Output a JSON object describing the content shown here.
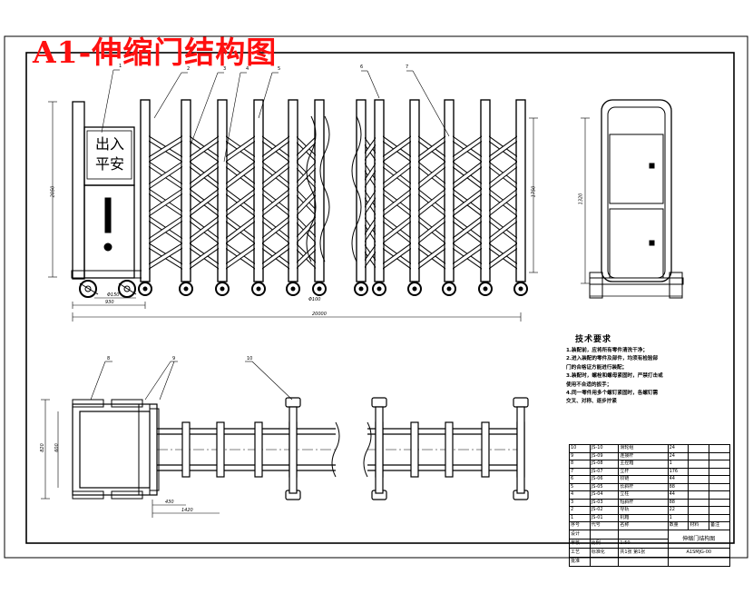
{
  "drawing_title": "A1-伸缩门结构图",
  "cabinet_sign": {
    "line1": "出入",
    "line2": "平安"
  },
  "part_callouts": [
    "1",
    "2",
    "3",
    "4",
    "5",
    "6",
    "7"
  ],
  "plan_callouts": [
    "8",
    "9",
    "10"
  ],
  "dimensions": {
    "front_height": "2050",
    "gate_height": "1750",
    "wheel_base": "Φ150",
    "base_width": "930",
    "total_length": "20000",
    "wheel_dia": "Φ100",
    "side_height": "1320",
    "plan_width": "820",
    "plan_inner": "600",
    "plan_pitch": "430",
    "plan_offset": "1420"
  },
  "technical_requirements": {
    "title": "技术要求",
    "items": [
      "1.装配前，应将所有零件清洗干净；",
      "2.进入装配的零件及部件，均须有检验部",
      "门的合格证方能进行装配；",
      "3.装配时，螺栓和螺母紧固时，严禁打击或",
      "使用不合适的扳手；",
      "4.同一零件用多个螺钉紧固时，各螺钉需",
      "交叉、对称、逐步拧紧"
    ]
  },
  "title_block": {
    "bom_rows": [
      [
        "10",
        "JS-10",
        "滑轮组",
        "24",
        "",
        ""
      ],
      [
        "9",
        "JS-09",
        "连接杆",
        "24",
        "",
        ""
      ],
      [
        "8",
        "JS-08",
        "主控箱",
        "1",
        "",
        ""
      ],
      [
        "7",
        "JS-07",
        "立杆",
        "176",
        "",
        ""
      ],
      [
        "6",
        "JS-06",
        "铰链",
        "44",
        "",
        ""
      ],
      [
        "5",
        "JS-05",
        "长斜杆",
        "88",
        "",
        ""
      ],
      [
        "4",
        "JS-04",
        "立柱",
        "44",
        "",
        ""
      ],
      [
        "3",
        "JS-03",
        "短斜杆",
        "88",
        "",
        ""
      ],
      [
        "2",
        "JS-02",
        "导轨",
        "22",
        "",
        ""
      ],
      [
        "1",
        "JS-01",
        "机箱",
        "1",
        "",
        ""
      ]
    ],
    "header_row": [
      "序号",
      "代号",
      "名称",
      "数量",
      "材料",
      "备注"
    ],
    "rows": {
      "designer": "设计",
      "checker": "审核",
      "approver": "批准",
      "craft": "工艺",
      "standard": "标准化",
      "scale_label": "比例",
      "scale_value": "1:50",
      "drawing_name": "伸缩门结构图",
      "sheet_label": "共1张  第1张",
      "drawing_no": "A1SMJG-00"
    }
  }
}
